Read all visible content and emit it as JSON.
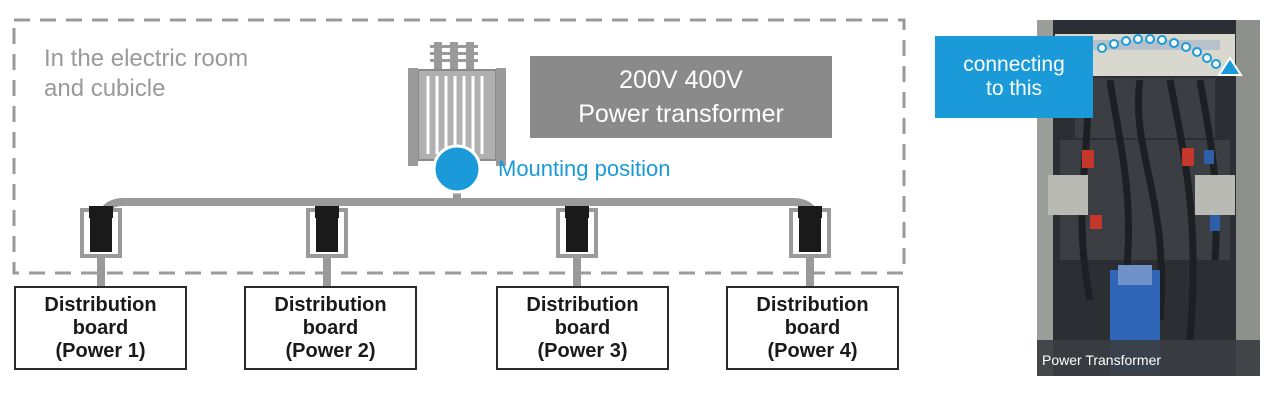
{
  "room": {
    "label_line1": "In the electric room",
    "label_line2": "and cubicle"
  },
  "transformer": {
    "line1": "200V 400V",
    "line2": "Power transformer"
  },
  "mount": {
    "label": "Mounting position"
  },
  "boards": [
    {
      "line1": "Distribution",
      "line2": "board",
      "line3": "(Power 1)"
    },
    {
      "line1": "Distribution",
      "line2": "board",
      "line3": "(Power 2)"
    },
    {
      "line1": "Distribution",
      "line2": "board",
      "line3": "(Power 3)"
    },
    {
      "line1": "Distribution",
      "line2": "board",
      "line3": "(Power 4)"
    }
  ],
  "photo": {
    "callout_line1": "connecting",
    "callout_line2": "to this",
    "caption": "Power Transformer"
  },
  "colors": {
    "accent": "#1a9ad8",
    "dashed_border": "#9a9a9a",
    "banner": "#8a8a8a",
    "transformer": "#9a9a9a"
  }
}
